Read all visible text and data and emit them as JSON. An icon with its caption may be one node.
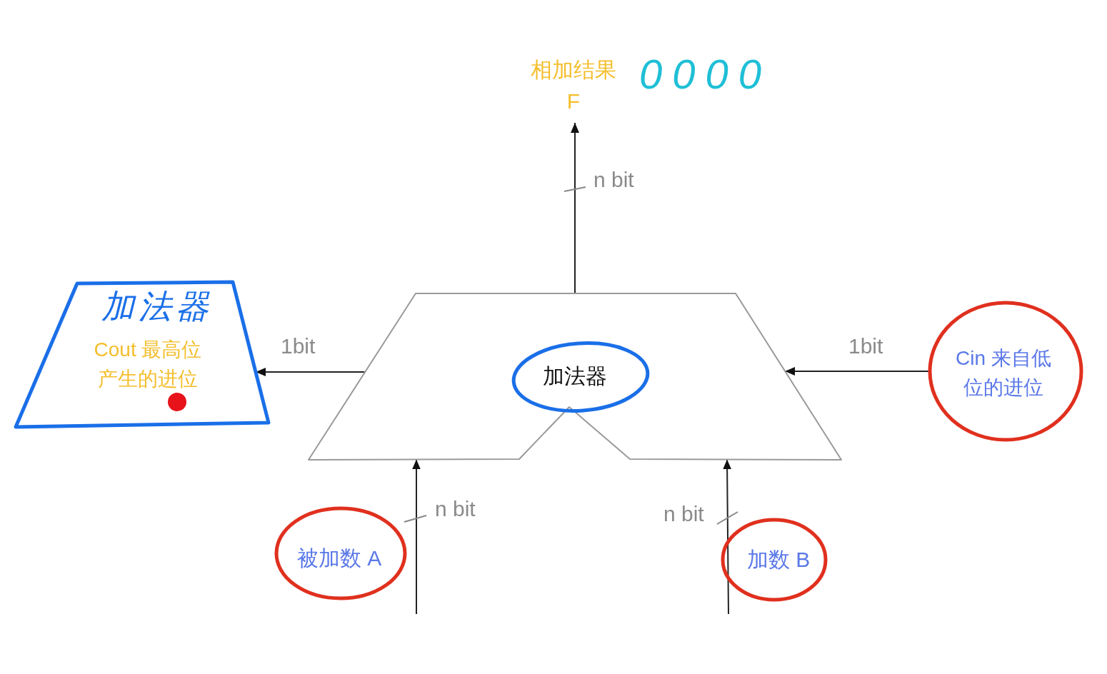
{
  "diagram": {
    "nodes": [
      {
        "text": [
          "加法器"
        ]
      },
      {
        "text": [
          "加法器",
          "Cout 最高位产生的进位"
        ]
      },
      {
        "text": [
          "Cin 来自低位的进位"
        ]
      },
      {
        "text": [
          "被加数 A"
        ]
      },
      {
        "text": [
          "加数 B"
        ]
      },
      {
        "text": [
          "相加结果 F"
        ]
      }
    ],
    "edges": [
      {
        "from": 0,
        "to": 5,
        "arrow": "to",
        "label": "n bit"
      },
      {
        "from": 0,
        "to": 1,
        "arrow": "to",
        "label": "1bit"
      },
      {
        "from": 2,
        "to": 0,
        "arrow": "to",
        "label": "1bit"
      },
      {
        "from": null,
        "to": 0,
        "arrow": "to",
        "label": "n bit"
      },
      {
        "from": null,
        "to": 0,
        "arrow": "to",
        "label": "n bit"
      }
    ],
    "labels": [
      "0000"
    ]
  }
}
